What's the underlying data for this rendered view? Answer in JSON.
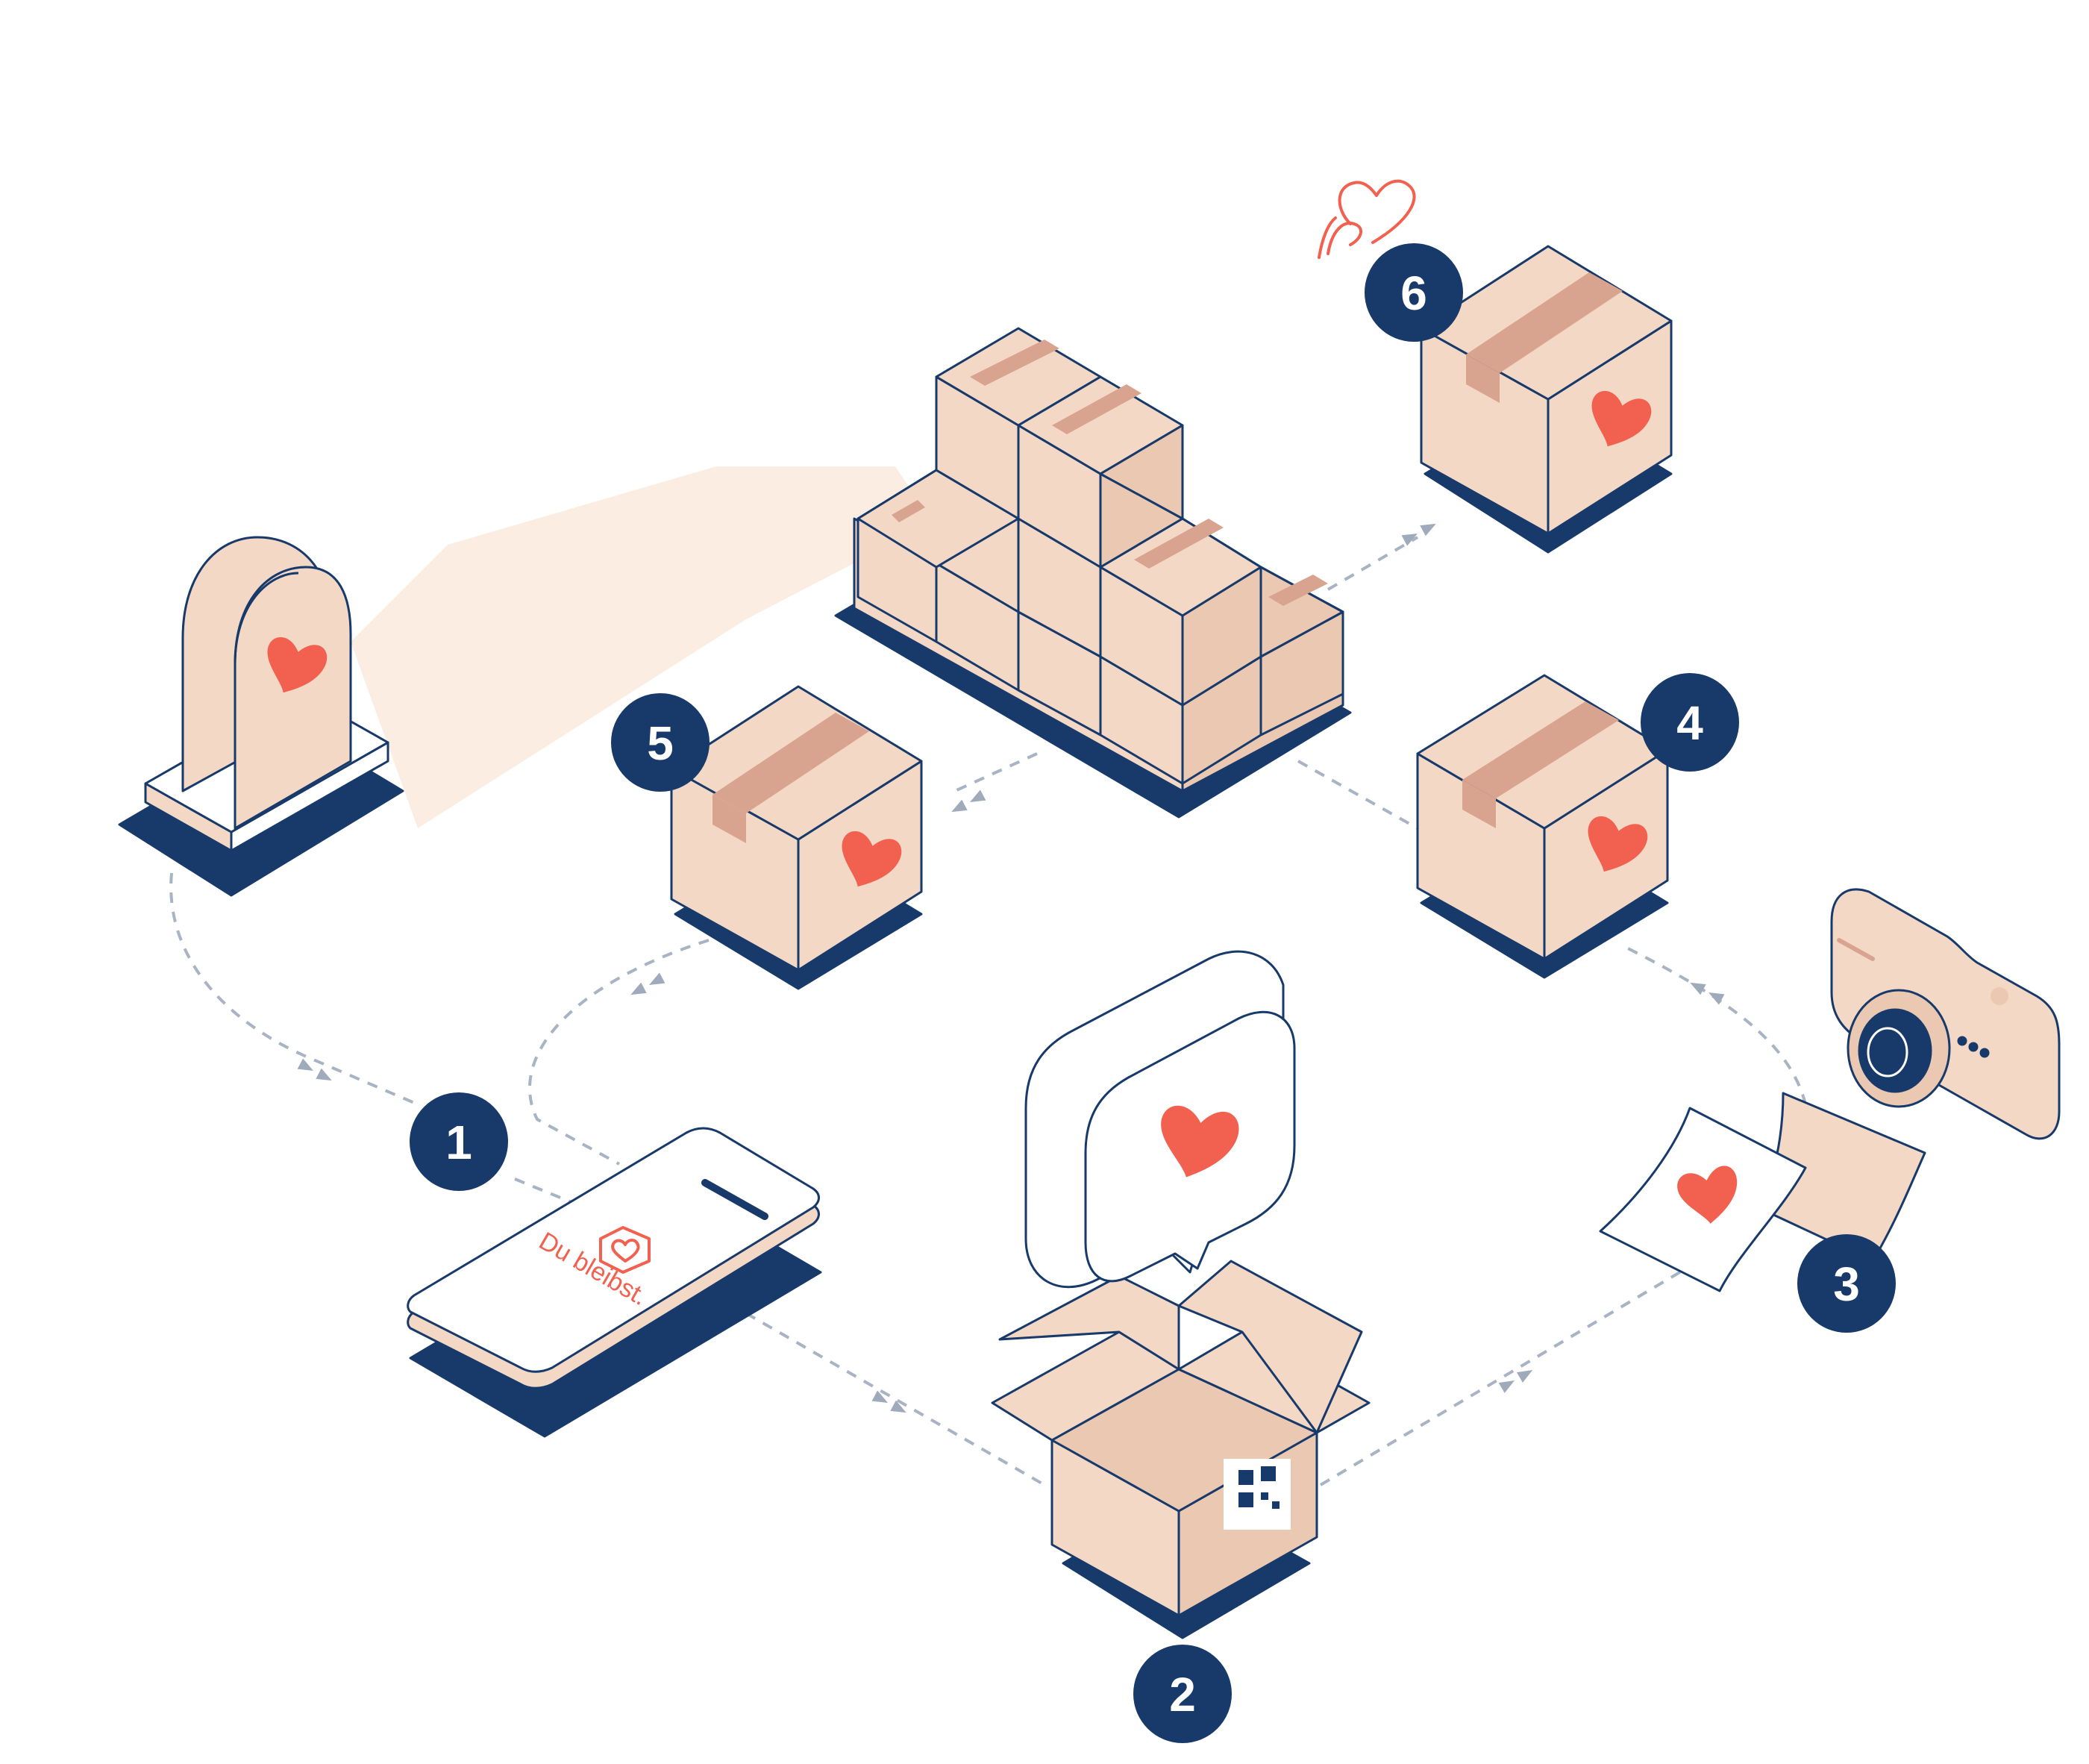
{
  "colors": {
    "navy": "#173A6B",
    "box_light": "#F3D8C6",
    "box_mid": "#EBC8B1",
    "tape": "#D9A48F",
    "heart": "#F2604F",
    "dash": "#A8B4C3",
    "chevron": "#9FAABA",
    "path_bg": "#FCEDE3",
    "white": "#ffffff"
  },
  "badges": [
    "1",
    "2",
    "3",
    "4",
    "5",
    "6"
  ],
  "phone": {
    "brand_text": "Du bleibst."
  }
}
